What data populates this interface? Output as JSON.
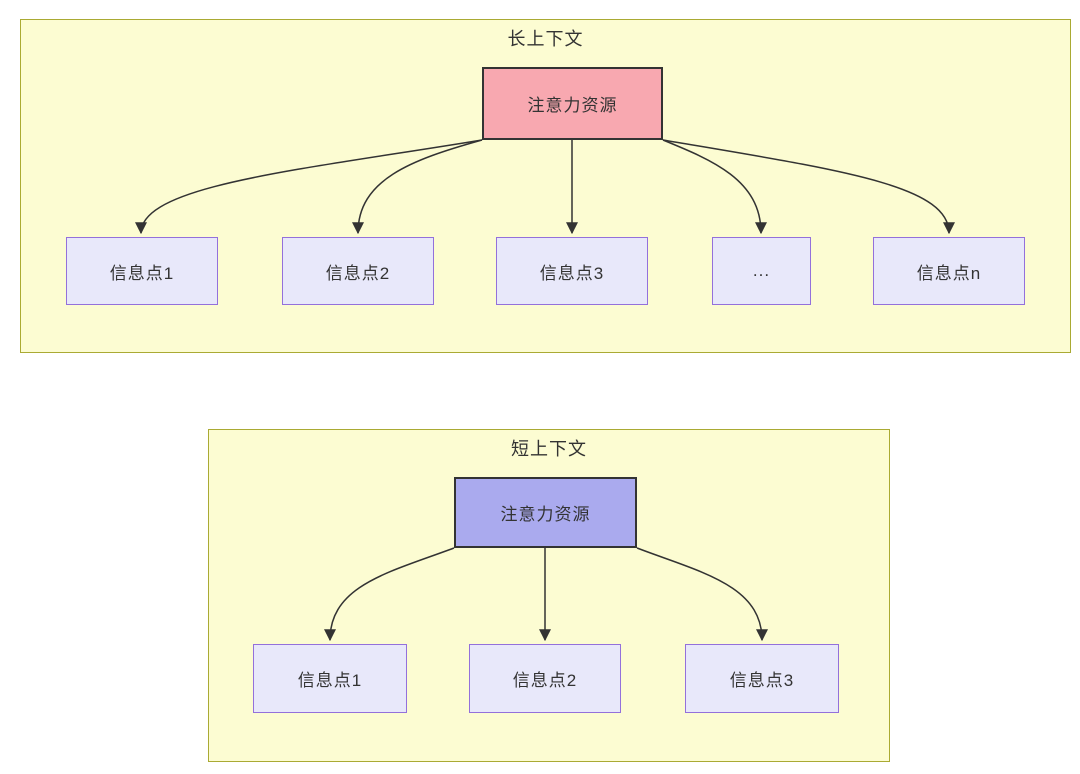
{
  "colors": {
    "panel_fill": "#FCFCD2",
    "panel_border": "#AAAA33",
    "attention_long_fill": "#F8A8B0",
    "attention_short_fill": "#AAAAEE",
    "attention_border": "#333333",
    "info_fill": "#E8E8FA",
    "info_border": "#9370DB",
    "arrow_color": "#333333",
    "text_color": "#333333"
  },
  "long_context": {
    "title": "长上下文",
    "attention_label": "注意力资源",
    "info_points": [
      "信息点1",
      "信息点2",
      "信息点3",
      "...",
      "信息点n"
    ]
  },
  "short_context": {
    "title": "短上下文",
    "attention_label": "注意力资源",
    "info_points": [
      "信息点1",
      "信息点2",
      "信息点3"
    ]
  }
}
